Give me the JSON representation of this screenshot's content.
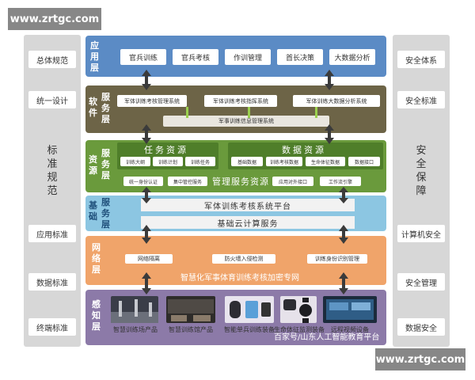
{
  "watermark_top": "www.zrtgc.com",
  "watermark_bottom": "www.zrtgc.com",
  "watermark_overlay": "百家号/山东人工智能教育平台",
  "colors": {
    "app_layer": "#5b8bc5",
    "software_layer": "#6d6447",
    "resource_layer": "#6a9a3c",
    "base_layer": "#8cc6e2",
    "network_layer": "#f0a46a",
    "sense_layer": "#8c7aa8",
    "side_panel": "#d7d7d7"
  },
  "left_panel": {
    "top_items": [
      "总体规范",
      "统一设计"
    ],
    "vertical_label": [
      "标",
      "准",
      "规",
      "范"
    ],
    "bottom_items": [
      "应用标准",
      "数据标准",
      "终端标准"
    ]
  },
  "right_panel": {
    "top_items": [
      "安全体系",
      "安全标准"
    ],
    "vertical_label": [
      "安",
      "全",
      "保",
      "障"
    ],
    "bottom_items": [
      "计算机安全",
      "安全管理",
      "数据安全"
    ]
  },
  "app_layer": {
    "title": [
      "应",
      "用",
      "层"
    ],
    "items": [
      "官兵训练",
      "官兵考核",
      "作训管理",
      "首长决策",
      "大数据分析"
    ]
  },
  "software_layer": {
    "title_a": [
      "软",
      "件"
    ],
    "title_b": [
      "服",
      "务",
      "层"
    ],
    "items": [
      "军体训练考核管理系统",
      "军体训练考核指挥系统",
      "军体训练大数据分析系统"
    ],
    "bar": "军事训练信息管理系统"
  },
  "resource_layer": {
    "title_a": [
      "资",
      "源"
    ],
    "title_b": [
      "服",
      "务",
      "层"
    ],
    "task_title": "任务资源",
    "task_items": [
      "训练大纲",
      "训练计划",
      "训练任务"
    ],
    "data_title": "数据资源",
    "data_items": [
      "基础数据",
      "训练考核数据",
      "生命体征数据",
      "数据接口"
    ],
    "mgmt_items": [
      "统一身份认证",
      "集中管控服务"
    ],
    "mgmt_title": "管理服务资源",
    "mgmt_items_right": [
      "应用对外接口",
      "工作流引擎"
    ]
  },
  "base_layer": {
    "title_a": [
      "基",
      "础"
    ],
    "title_b": [
      "服",
      "务",
      "层"
    ],
    "bar1": "军体训练考核系统平台",
    "bar2": "基础云计算服务"
  },
  "network_layer": {
    "title": [
      "网",
      "络",
      "层"
    ],
    "items": [
      "网络隔离",
      "防火墙入侵检测",
      "训练身份识别管理"
    ],
    "caption": "智慧化军事体育训练考核加密专网"
  },
  "sense_layer": {
    "title": [
      "感",
      "知",
      "层"
    ],
    "devices": [
      "智慧训练场产品",
      "智慧训练馆产品",
      "智能单兵训练装备",
      "生命体征监测装备",
      "远程视频设备"
    ]
  }
}
